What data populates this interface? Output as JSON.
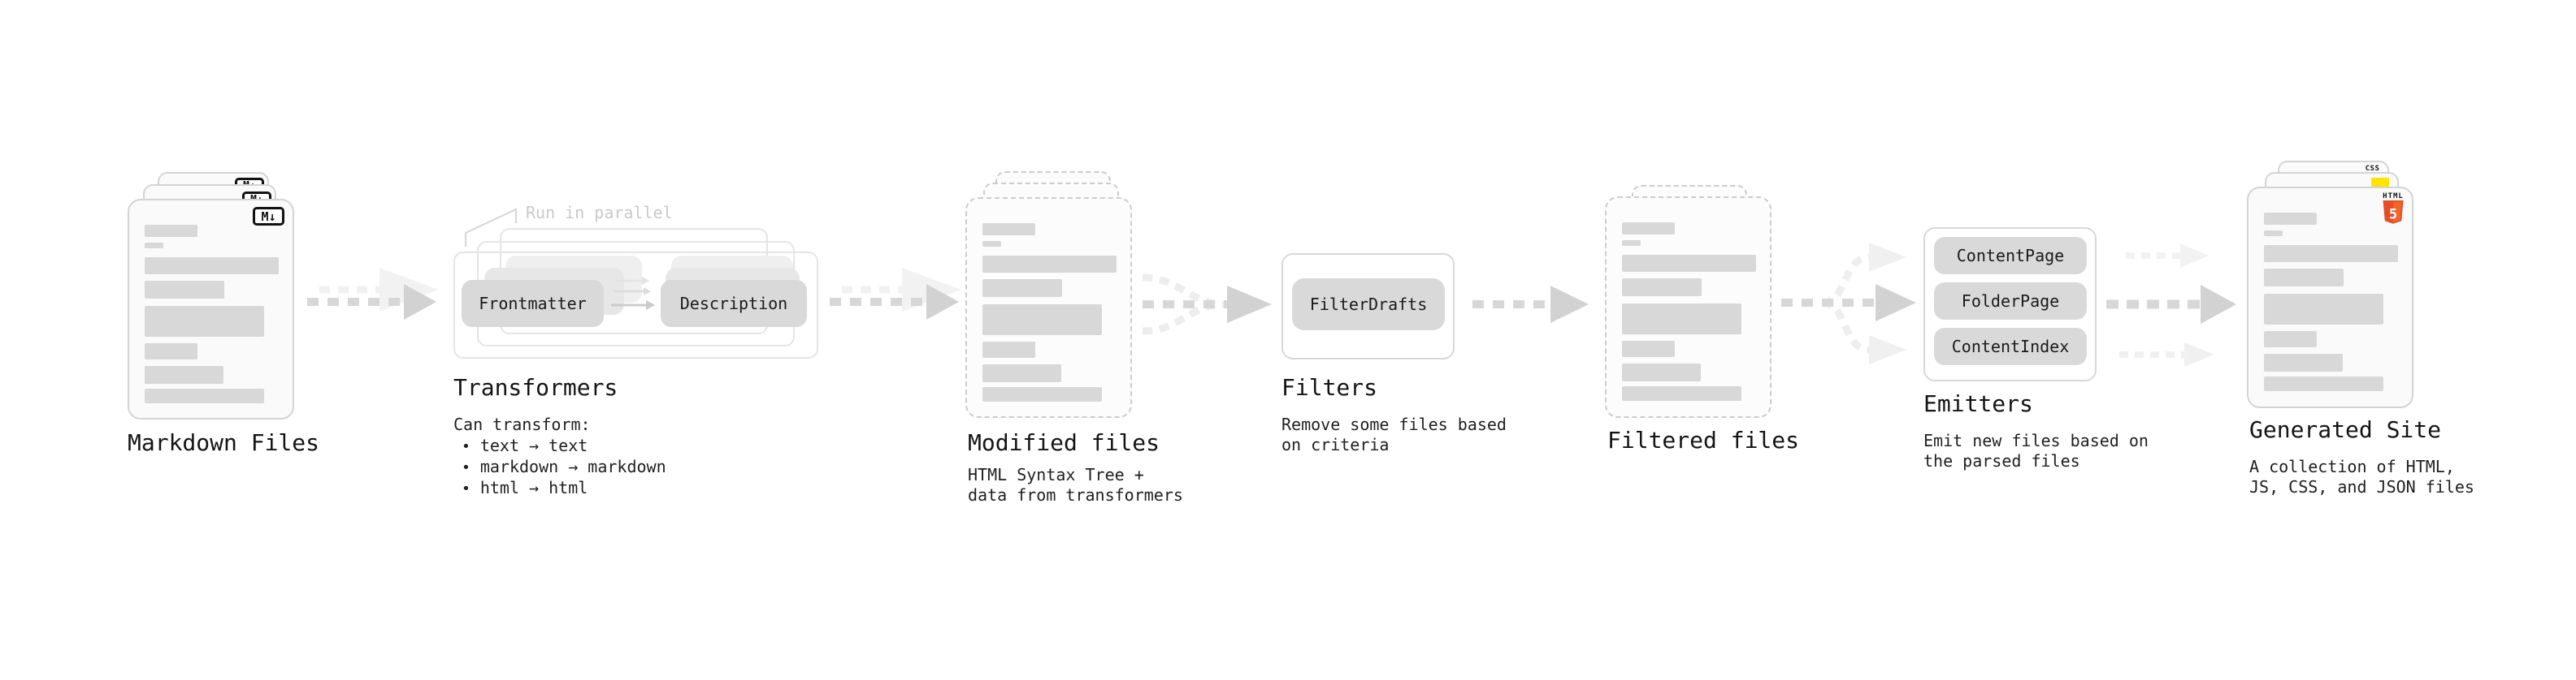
{
  "palette": {
    "background": "#ffffff",
    "card_fill": "#fafafa",
    "card_border": "#d4d4d4",
    "dashed_border": "#cccccc",
    "placeholder_bar": "#d8d8d8",
    "button_fill": "#d9d9d9",
    "process_box_border": "#e5e5e5",
    "arrow_gray": "#d2d2d2",
    "arrow_faint": "#f1f1f1",
    "note_gray": "#c9c9c9",
    "html5_orange": "#e44d26",
    "html5_orange_light": "#f16529",
    "js_yellow": "#ffe400",
    "css_blue": "#2965f1"
  },
  "sections": {
    "markdown_files": {
      "title": "Markdown Files",
      "badge_label": "M↓"
    },
    "transformers": {
      "title": "Transformers",
      "parallel_note": "Run in parallel",
      "input_label": "Frontmatter",
      "output_label": "Description",
      "capability_heading": "Can transform:",
      "bullet_glyph": "•",
      "bullets": [
        "text → text",
        "markdown → markdown",
        "html → html"
      ]
    },
    "modified_files": {
      "title": "Modified files",
      "description_lines": [
        "HTML Syntax Tree +",
        "data from transformers"
      ]
    },
    "filters": {
      "title": "Filters",
      "buttons": [
        "FilterDrafts"
      ],
      "description_lines": [
        "Remove some files based",
        "on criteria"
      ]
    },
    "filtered_files": {
      "title": "Filtered files"
    },
    "emitters": {
      "title": "Emitters",
      "buttons": [
        "ContentPage",
        "FolderPage",
        "ContentIndex"
      ],
      "description_lines": [
        "Emit new files based on",
        "the parsed files"
      ]
    },
    "generated_site": {
      "title": "Generated Site",
      "description_lines": [
        "A collection of HTML,",
        "JS, CSS, and JSON files"
      ],
      "css_badge": "CSS",
      "html_badge": "HTML",
      "html_number": "5"
    }
  }
}
